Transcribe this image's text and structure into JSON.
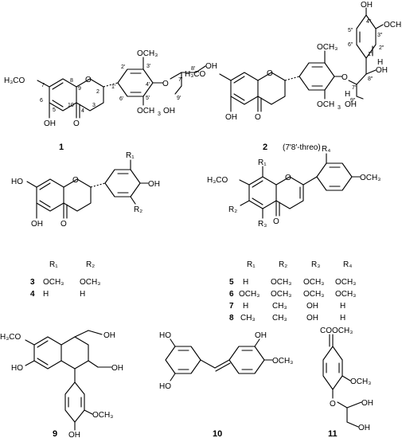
{
  "compounds": [
    {
      "id": "1",
      "label": "1"
    },
    {
      "id": "2",
      "label": "2",
      "note": "(7′8′-threo)"
    },
    {
      "id": "3",
      "label": "3"
    },
    {
      "id": "4",
      "label": "4"
    },
    {
      "id": "5",
      "label": "5"
    },
    {
      "id": "6",
      "label": "6"
    },
    {
      "id": "7",
      "label": "7"
    },
    {
      "id": "8",
      "label": "8"
    },
    {
      "id": "9",
      "label": "9"
    },
    {
      "id": "10",
      "label": "10"
    },
    {
      "id": "11",
      "label": "11"
    }
  ],
  "atoms": {
    "och3": "OCH₃",
    "h3co": "H₃CO",
    "oh": "OH",
    "ho": "HO",
    "o": "O",
    "h": "H",
    "cooch3": "COOCH₃",
    "och": "OCH",
    "three": "3"
  },
  "positions_1": [
    "7",
    "8",
    "9",
    "2′",
    "3′",
    "4′",
    "5′",
    "6′",
    "7′",
    "8′",
    "9′",
    "1′",
    "2",
    "3",
    "4",
    "10",
    "5",
    "6"
  ],
  "positions_2": [
    "4″",
    "3″",
    "5″",
    "6″",
    "1″",
    "2″",
    "8″",
    "7″",
    "9″"
  ],
  "table_34": {
    "headers": [
      "R₁",
      "R₂"
    ],
    "rows": [
      {
        "id": "3",
        "r1": "OCH₃",
        "r2": "OCH₃"
      },
      {
        "id": "4",
        "r1": "H",
        "r2": "H"
      }
    ]
  },
  "table_58": {
    "headers": [
      "R₁",
      "R₂",
      "R₃",
      "R₄"
    ],
    "rows": [
      {
        "id": "5",
        "r1": "H",
        "r2": "OCH₃",
        "r3": "OCH₃",
        "r4": "OCH₃"
      },
      {
        "id": "6",
        "r1": "OCH₃",
        "r2": "OCH₃",
        "r3": "OCH₃",
        "r4": "OCH₃"
      },
      {
        "id": "7",
        "r1": "H",
        "r2": "CH₃",
        "r3": "OH",
        "r4": "H"
      },
      {
        "id": "8",
        "r1": "CH₃",
        "r2": "CH₃",
        "r3": "OH",
        "r4": "H"
      }
    ]
  },
  "r_labels": {
    "r1": "R₁",
    "r2": "R₂",
    "r3": "R₃",
    "r4": "R₄"
  }
}
